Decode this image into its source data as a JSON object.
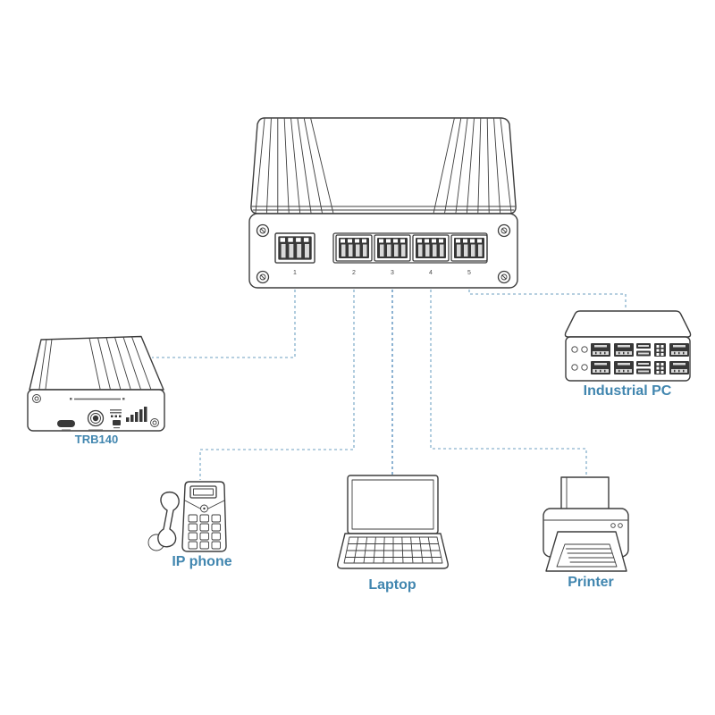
{
  "diagram_type": "network-topology",
  "colors": {
    "label": "#4186af",
    "line": "#9dbfd6",
    "line_alt": "#6f9fc6",
    "outline": "#3d3d3d",
    "ink": "#383838",
    "background": "#ffffff"
  },
  "switch": {
    "port_labels": [
      "1",
      "2",
      "3",
      "4",
      "5"
    ]
  },
  "devices": {
    "trb140": {
      "label": "TRB140"
    },
    "industrial_pc": {
      "label": "Industrial PC"
    },
    "ip_phone": {
      "label": "IP phone"
    },
    "laptop": {
      "label": "Laptop"
    },
    "printer": {
      "label": "Printer"
    }
  },
  "connections": [
    {
      "from_port": "1",
      "to": "TRB140"
    },
    {
      "from_port": "2",
      "to": "IP phone"
    },
    {
      "from_port": "3",
      "to": "Laptop"
    },
    {
      "from_port": "4",
      "to": "Printer"
    },
    {
      "from_port": "5",
      "to": "Industrial PC"
    }
  ]
}
